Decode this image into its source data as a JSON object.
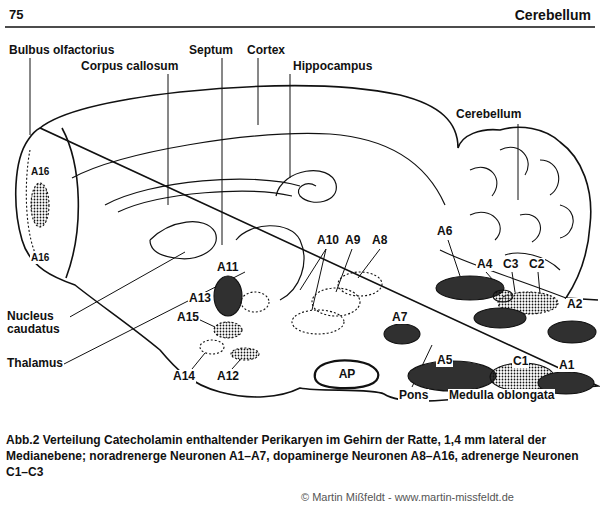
{
  "diagram": {
    "caption": "Abb.2 Verteilung Catecholamin enthaltender Perikaryen im Gehirn der Ratte, 1,4 mm lateral der Medianebene; noradrenerge Neuronen A1–A7, dopaminerge Neuronen A8–A16, adrenerge Neuronen C1–C3",
    "nodes": [
      {
        "text": [
          "AP"
        ]
      }
    ],
    "labels": [
      "75",
      "Cerebellum",
      "Bulbus olfactorius",
      "Corpus callosum",
      "Septum",
      "Cortex",
      "Hippocampus",
      "Cerebellum",
      "A16",
      "A16",
      "Nucleus caudatus",
      "Thalamus",
      "A11",
      "A10",
      "A9",
      "A8",
      "A6",
      "A4",
      "C3",
      "C2",
      "A2",
      "A13",
      "A15",
      "A7",
      "A14",
      "A12",
      "A5",
      "C1",
      "A1",
      "Pons",
      "Medulla oblongata",
      "© Martin Mißfeldt - www.martin-missfeldt.de"
    ]
  }
}
